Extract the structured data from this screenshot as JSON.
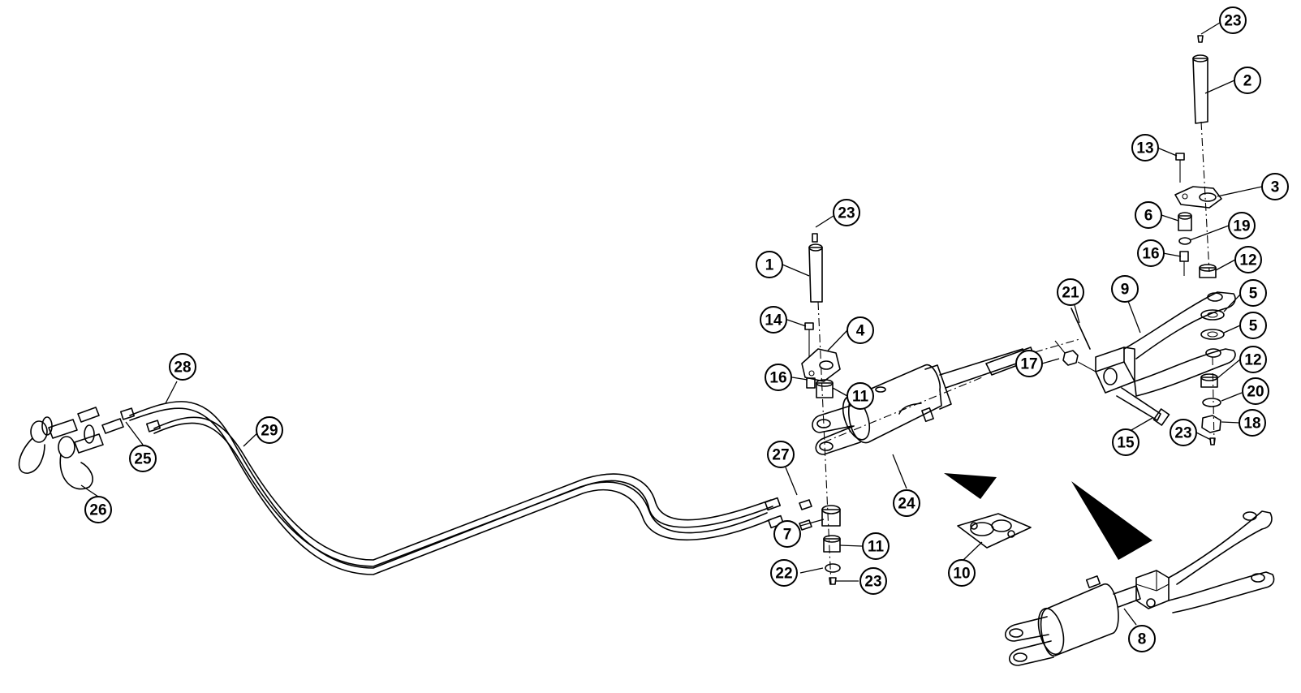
{
  "callouts": [
    {
      "id": "c23a",
      "label": "23"
    },
    {
      "id": "c2",
      "label": "2"
    },
    {
      "id": "c13",
      "label": "13"
    },
    {
      "id": "c3",
      "label": "3"
    },
    {
      "id": "c6",
      "label": "6"
    },
    {
      "id": "c19",
      "label": "19"
    },
    {
      "id": "c16a",
      "label": "16"
    },
    {
      "id": "c12a",
      "label": "12"
    },
    {
      "id": "c21",
      "label": "21"
    },
    {
      "id": "c9",
      "label": "9"
    },
    {
      "id": "c5a",
      "label": "5"
    },
    {
      "id": "c5b",
      "label": "5"
    },
    {
      "id": "c17",
      "label": "17"
    },
    {
      "id": "c12b",
      "label": "12"
    },
    {
      "id": "c20",
      "label": "20"
    },
    {
      "id": "c18",
      "label": "18"
    },
    {
      "id": "c23b",
      "label": "23"
    },
    {
      "id": "c15",
      "label": "15"
    },
    {
      "id": "c23c",
      "label": "23"
    },
    {
      "id": "c1",
      "label": "1"
    },
    {
      "id": "c14",
      "label": "14"
    },
    {
      "id": "c4",
      "label": "4"
    },
    {
      "id": "c16b",
      "label": "16"
    },
    {
      "id": "c11a",
      "label": "11"
    },
    {
      "id": "c28",
      "label": "28"
    },
    {
      "id": "c29",
      "label": "29"
    },
    {
      "id": "c27",
      "label": "27"
    },
    {
      "id": "c24",
      "label": "24"
    },
    {
      "id": "c25",
      "label": "25"
    },
    {
      "id": "c26",
      "label": "26"
    },
    {
      "id": "c7",
      "label": "7"
    },
    {
      "id": "c11b",
      "label": "11"
    },
    {
      "id": "c22",
      "label": "22"
    },
    {
      "id": "c23d",
      "label": "23"
    },
    {
      "id": "c10",
      "label": "10"
    },
    {
      "id": "c8",
      "label": "8"
    }
  ]
}
